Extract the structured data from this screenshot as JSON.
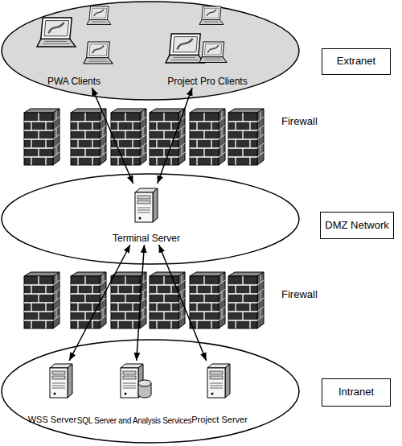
{
  "diagram": {
    "nodes": [
      {
        "text": [
          "PWA Clients"
        ]
      },
      {
        "text": [
          "Project Pro Clients"
        ]
      },
      {
        "text": [
          "Extranet"
        ]
      },
      {
        "text": [
          "Terminal Server"
        ]
      },
      {
        "text": [
          "DMZ Network"
        ]
      },
      {
        "text": [
          "WSS Server"
        ]
      },
      {
        "text": [
          "SQL Server and Analysis Services"
        ]
      },
      {
        "text": [
          "Project Server"
        ]
      },
      {
        "text": [
          "Intranet"
        ]
      }
    ],
    "edges": [
      {
        "from": 0,
        "to": 3,
        "arrow": "both"
      },
      {
        "from": 1,
        "to": 3,
        "arrow": "both"
      },
      {
        "from": 3,
        "to": 5,
        "arrow": "both"
      },
      {
        "from": 3,
        "to": 6,
        "arrow": "both"
      },
      {
        "from": 3,
        "to": 7,
        "arrow": "both"
      }
    ],
    "labels": [
      "Firewall",
      "Firewall"
    ]
  }
}
